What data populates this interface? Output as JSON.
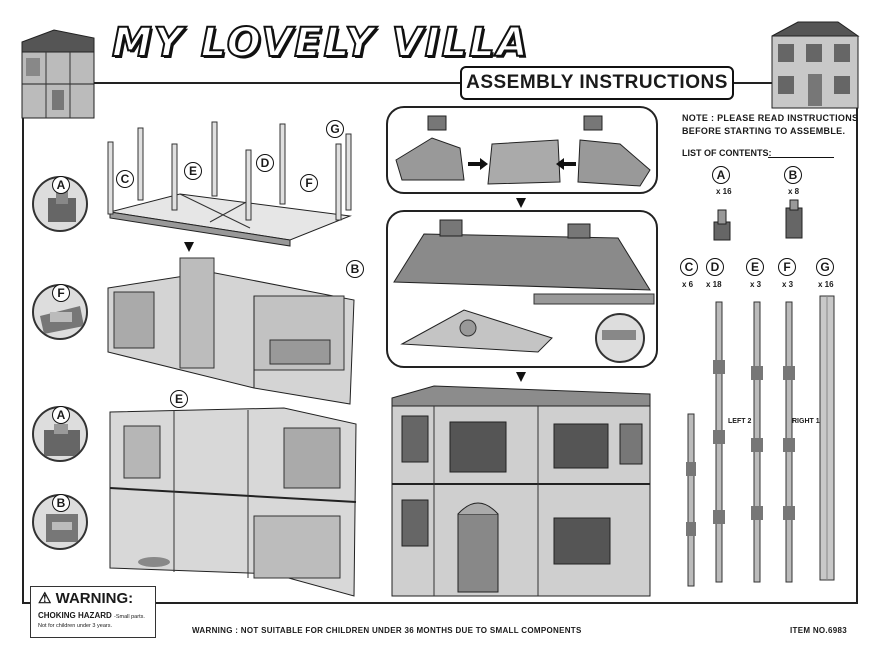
{
  "header": {
    "title": "MY LOVELY VILLA",
    "banner": "ASSEMBLY INSTRUCTIONS"
  },
  "note": {
    "line1": "NOTE : PLEASE READ INSTRUCTIONS",
    "line2": "BEFORE STARTING TO ASSEMBLE.",
    "contents_label": "LIST OF CONTENTS:"
  },
  "parts": [
    {
      "letter": "A",
      "qty": "x 16"
    },
    {
      "letter": "B",
      "qty": "x 8"
    },
    {
      "letter": "C",
      "qty": "x 6"
    },
    {
      "letter": "D",
      "qty": "x 18"
    },
    {
      "letter": "E",
      "qty": "x 3"
    },
    {
      "letter": "F",
      "qty": "x 3"
    },
    {
      "letter": "G",
      "qty": "x 16"
    }
  ],
  "pole_labels": {
    "left": "LEFT 2",
    "right": "RIGHT 1"
  },
  "step_labels": {
    "step1": [
      "C",
      "E",
      "D",
      "F",
      "G"
    ],
    "step1_zoom": "A",
    "step2": "B",
    "step2_zoom": "F",
    "step3": "E",
    "step3_zoom_a": "A",
    "step3_zoom_b": "B"
  },
  "warning": {
    "title": "WARNING:",
    "hazard": "CHOKING HAZARD",
    "hazard_detail": "-Small parts.",
    "fine": "Not for children under 3 years."
  },
  "footer": {
    "warning": "WARNING : NOT SUITABLE FOR CHILDREN UNDER 36 MONTHS DUE TO SMALL COMPONENTS",
    "item": "ITEM  NO.6983"
  }
}
